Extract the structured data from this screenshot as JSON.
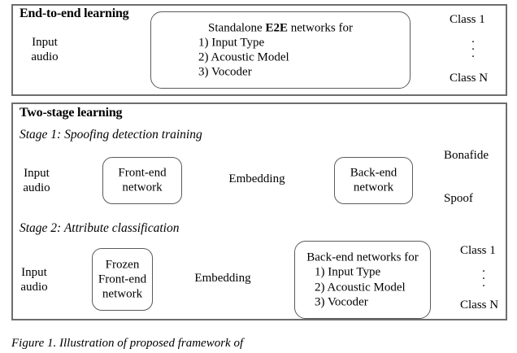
{
  "figure": {
    "caption": "Figure 1.   Illustration of proposed framework of"
  },
  "panel_e2e": {
    "title": "End-to-end learning",
    "input_label_line1": "Input",
    "input_label_line2": "audio",
    "box": {
      "lead_prefix": "Standalone ",
      "lead_bold": "E2E",
      "lead_suffix": " networks for",
      "items": [
        "1) Input Type",
        "2) Acoustic Model",
        "3) Vocoder"
      ]
    },
    "outputs": {
      "first": "Class 1",
      "last": "Class N",
      "ellipsis": "."
    }
  },
  "panel_two_stage": {
    "title": "Two-stage learning",
    "stage1": {
      "title": "Stage 1: Spoofing detection training",
      "input_label_line1": "Input",
      "input_label_line2": "audio",
      "frontend_line1": "Front-end",
      "frontend_line2": "network",
      "embedding": "Embedding",
      "backend_line1": "Back-end",
      "backend_line2": "network",
      "output_top": "Bonafide",
      "output_bottom": "Spoof"
    },
    "stage2": {
      "title": "Stage 2: Attribute classification",
      "input_label_line1": "Input",
      "input_label_line2": "audio",
      "frozen_line1": "Frozen",
      "frozen_line2": "Front-end",
      "frozen_line3": "network",
      "embedding": "Embedding",
      "backend_lead": "Back-end networks for",
      "backend_items": [
        "1) Input Type",
        "2) Acoustic Model",
        "3) Vocoder"
      ],
      "outputs": {
        "first": "Class 1",
        "last": "Class N",
        "ellipsis": "."
      }
    }
  },
  "colors": {
    "panel_border": "#6d6d6d",
    "box_border": "#5b5b5b",
    "arrow": "#555555",
    "dash_line": "#000000",
    "text": "#000000",
    "background": "#ffffff"
  }
}
